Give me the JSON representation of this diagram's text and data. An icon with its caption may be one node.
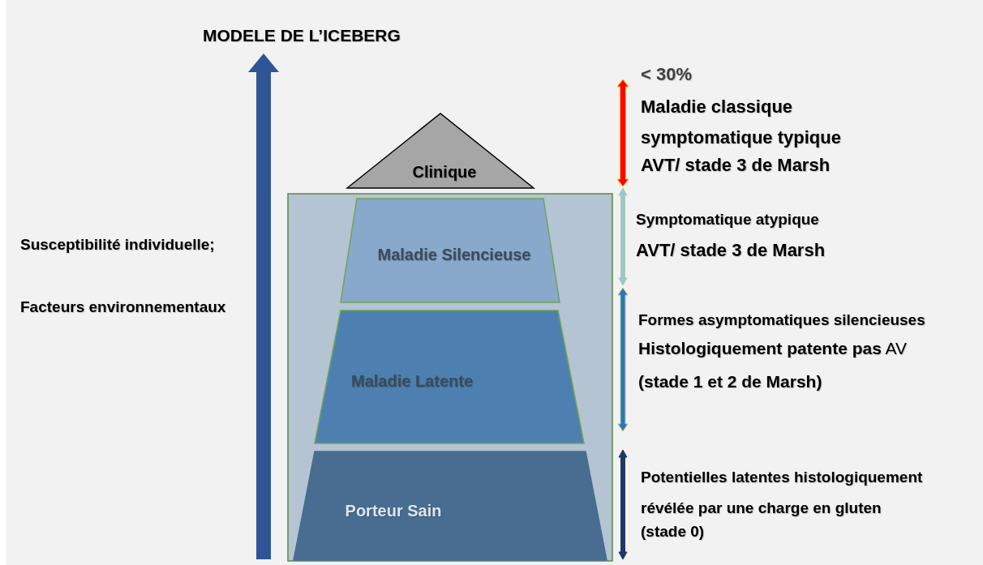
{
  "diagram": {
    "title": "MODELE DE L’ICEBERG",
    "nodes": [
      {
        "text": [
          "Clinique"
        ]
      },
      {
        "text": [],
        "shape": "box"
      },
      {
        "text": [
          "Maladie Silencieuse"
        ],
        "in": 1
      },
      {
        "text": [
          "Maladie Latente"
        ],
        "in": 1
      },
      {
        "text": [
          "Porteur Sain"
        ],
        "in": 1
      }
    ],
    "labels": [
      "Susceptibilité individuelle;",
      "Facteurs environnementaux",
      "< 30%",
      "Maladie classique symptomatique typique",
      "AVT/ stade 3 de Marsh",
      "Symptomatique atypique",
      "AVT/ stade 3 de Marsh",
      "Formes asymptomatiques silencieuses",
      "**Histologiquement patente pas** AV",
      "(stade 1 et 2 de Marsh)",
      "Potentielles latentes histologiquement révélée par une charge en gluten",
      "(stade 0)"
    ]
  }
}
